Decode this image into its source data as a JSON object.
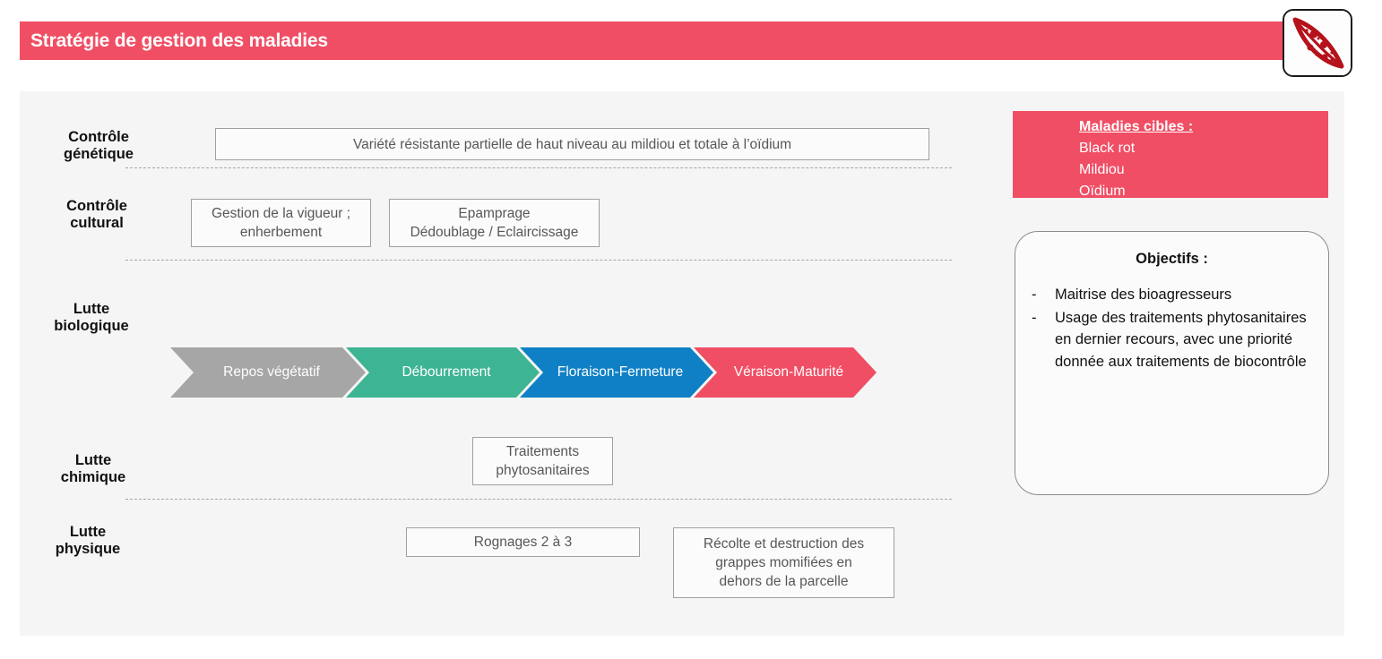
{
  "header": {
    "title": "Stratégie de gestion des maladies",
    "bar_color": "#F04E64",
    "logo_name": "grape-leaf-logo"
  },
  "panel": {
    "background": "#F5F5F5"
  },
  "rows": [
    {
      "key": "genetique",
      "label": "Contrôle\ngénétique",
      "label_line1": "Contrôle",
      "label_line2": "génétique"
    },
    {
      "key": "cultural",
      "label_line1": "Contrôle",
      "label_line2": "cultural"
    },
    {
      "key": "biologique",
      "label_line1": "Lutte",
      "label_line2": "biologique"
    },
    {
      "key": "chimique",
      "label_line1": "Lutte",
      "label_line2": "chimique"
    },
    {
      "key": "physique",
      "label_line1": "Lutte",
      "label_line2": "physique"
    }
  ],
  "boxes": {
    "genetique": "Variété résistante partielle de haut niveau au mildiou et totale à l’oïdium",
    "cultural_1_line1": "Gestion de la vigueur ;",
    "cultural_1_line2": "enherbement",
    "cultural_2_line1": "Epamprage",
    "cultural_2_line2": "Dédoublage / Eclaircissage",
    "chimique_line1": "Traitements",
    "chimique_line2": "phytosanitaires",
    "physique_1": "Rognages 2 à 3",
    "physique_2_line1": "Récolte et destruction des",
    "physique_2_line2": "grappes momifiées en",
    "physique_2_line3": "dehors de la parcelle"
  },
  "stages": [
    {
      "label": "Repos végétatif",
      "color": "#A6A6A6"
    },
    {
      "label": "Débourrement",
      "color": "#3DB493"
    },
    {
      "label": "Floraison-Fermeture",
      "color": "#0F80C6"
    },
    {
      "label": "Véraison-Maturité",
      "color": "#F04E64"
    }
  ],
  "targets": {
    "title": "Maladies cibles :",
    "items": [
      "Black rot",
      "Mildiou",
      "Oïdium"
    ],
    "background": "#F04E64"
  },
  "objectives": {
    "title": "Objectifs :",
    "dash": "-",
    "items": [
      "Maitrise des bioagresseurs",
      "Usage des traitements phytosanitaires en dernier recours, avec une priorité donnée aux traitements de biocontrôle"
    ]
  }
}
